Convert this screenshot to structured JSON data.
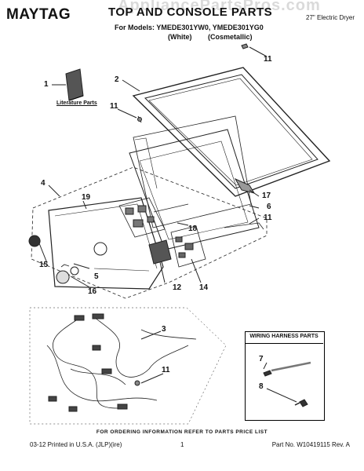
{
  "watermark": "AppliancePartsPros.com",
  "header": {
    "brand": "MAYTAG",
    "title": "TOP AND CONSOLE PARTS",
    "models": "For Models: YMEDE301YW0, YMEDE301YG0",
    "variants": "(White) (Cosmetallic)",
    "product": "27\" Electric Dryer"
  },
  "literature_label": "Literature Parts",
  "callouts": [
    "1",
    "2",
    "3",
    "4",
    "5",
    "6",
    "7",
    "8",
    "11",
    "11",
    "11",
    "11",
    "12",
    "14",
    "15",
    "16",
    "17",
    "18",
    "19"
  ],
  "wiring_box": {
    "title": "WIRING HARNESS PARTS",
    "callouts": [
      "7",
      "8"
    ]
  },
  "footer": {
    "order_note": "FOR ORDERING INFORMATION REFER TO PARTS PRICE LIST",
    "left": "03-12  Printed in U.S.A. (JLP)(ire)",
    "page": "1",
    "part_no": "Part No. W10419115 Rev. A"
  }
}
